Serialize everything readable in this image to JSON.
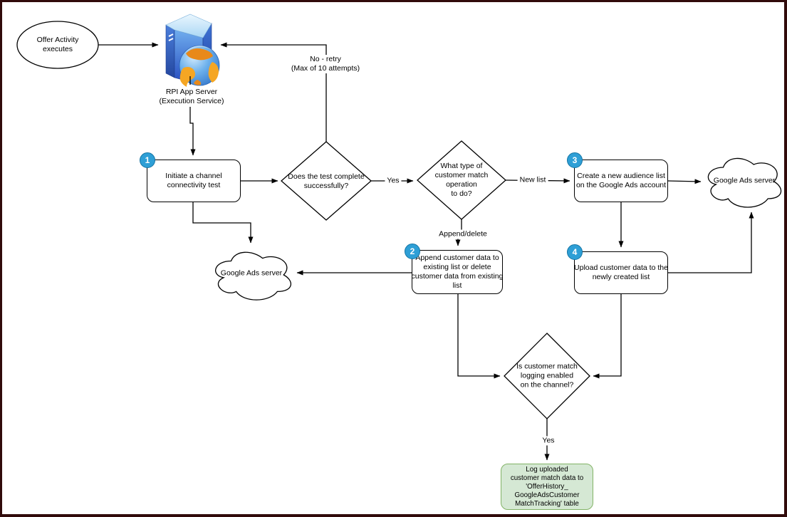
{
  "colors": {
    "canvas_border": "#310b0b",
    "shape_stroke": "#000000",
    "badge_fill": "#2e9fd6",
    "badge_stroke": "#1474a4",
    "log_box_fill": "#d5e8d4",
    "log_box_stroke": "#82b366",
    "server_icon_blue": "#2b54c8",
    "globe_orange": "#f39c12"
  },
  "nodes": {
    "start": {
      "label": "Offer Activity\nexecutes"
    },
    "server": {
      "label": "RPI App Server\n(Execution Service)"
    },
    "step1": {
      "badge": "1",
      "label": "Initiate a channel\nconnectivity test"
    },
    "decision_test": {
      "label": "Does the test complete\nsuccessfully?"
    },
    "decision_match": {
      "label": "What type of\ncustomer match\noperation\nto do?"
    },
    "step2": {
      "badge": "2",
      "label": "Append customer data to\nexisting list or delete\ncustomer data from existing\nlist"
    },
    "step3": {
      "badge": "3",
      "label": "Create a new audience list\non the Google Ads account"
    },
    "step4": {
      "badge": "4",
      "label": "Upload customer data to the\nnewly created list"
    },
    "decision_logging": {
      "label": "Is customer match\nlogging enabled\non the channel?"
    },
    "cloud_left": {
      "label": "Google Ads server"
    },
    "cloud_right": {
      "label": "Google Ads server"
    },
    "log_table": {
      "label": "Log uploaded\ncustomer match data to\n'OfferHistory_\nGoogleAdsCustomer\nMatchTracking' table"
    }
  },
  "edge_labels": {
    "no_retry": "No - retry\n(Max of 10 attempts)",
    "yes_test": "Yes",
    "new_list": "New list",
    "append_delete": "Append/delete",
    "yes_logging": "Yes"
  }
}
